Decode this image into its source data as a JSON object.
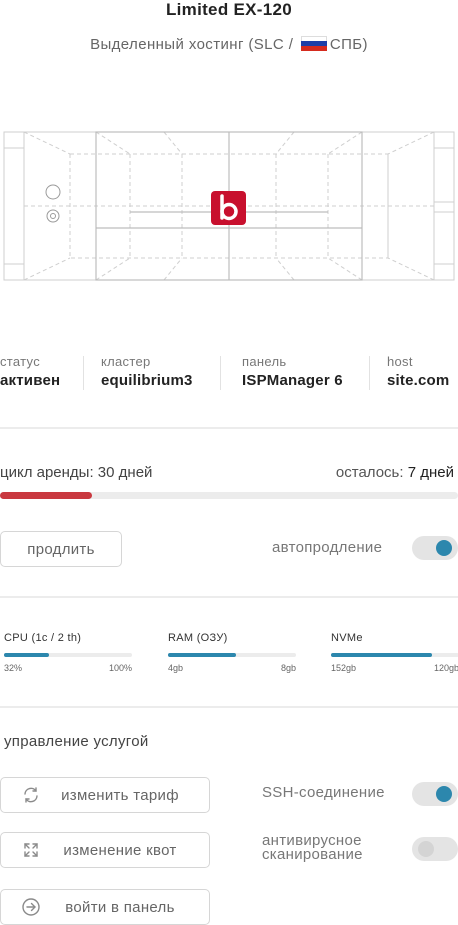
{
  "header": {
    "title": "Limited EX-120",
    "subtitle_prefix": "Выделенный хостинг (SLC /",
    "subtitle_suffix": "СПБ)"
  },
  "server": {
    "logo_letter": "b",
    "logo_color": "#c8102e"
  },
  "info": [
    {
      "label": "статус",
      "value": "активен"
    },
    {
      "label": "кластер",
      "value": "equilibrium3"
    },
    {
      "label": "панель",
      "value": "ISPManager 6"
    },
    {
      "label": "host",
      "value": "site.com"
    }
  ],
  "rent": {
    "cycle_label": "цикл аренды: 30 дней",
    "remaining_label": "осталось:",
    "remaining_value": "7 дней",
    "progress_fraction": 0.2,
    "bar_color": "#c9383f"
  },
  "renew_button": "продлить",
  "autorenew": {
    "label": "автопродление",
    "enabled": true
  },
  "resources": [
    {
      "name": "CPU (1c / 2 th)",
      "left": "32%",
      "right": "100%",
      "fill_fraction": 0.35
    },
    {
      "name": "RAM (ОЗУ)",
      "left": "4gb",
      "right": "8gb",
      "fill_fraction": 0.53
    },
    {
      "name": "NVMe",
      "left": "152gb",
      "right": "120gb",
      "fill_fraction": 0.79
    }
  ],
  "management": {
    "title": "управление услугой",
    "buttons": [
      {
        "label": "изменить тариф",
        "icon": "refresh-icon"
      },
      {
        "label": "изменение квот",
        "icon": "expand-icon"
      },
      {
        "label": "войти в панель",
        "icon": "arrow-right-circle-icon"
      }
    ],
    "toggles": [
      {
        "label": "SSH-соединение",
        "enabled": true
      },
      {
        "label": "антивирусное сканирование",
        "enabled": false
      }
    ]
  },
  "accent_color": "#2c87ad"
}
